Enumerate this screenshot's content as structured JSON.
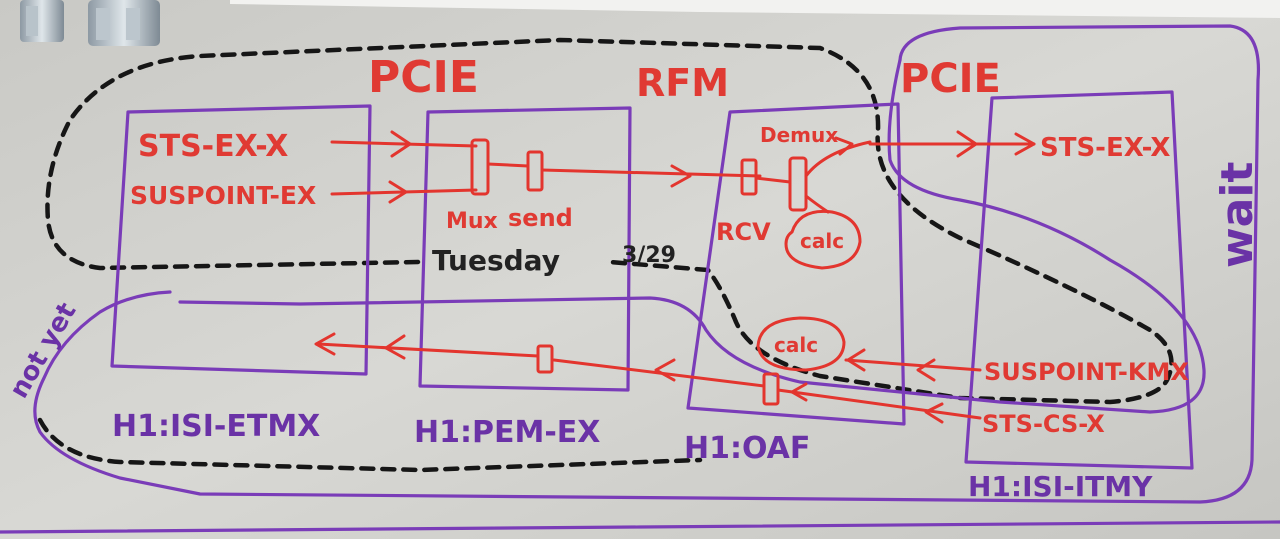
{
  "labels": {
    "pcie_left": "PCIE",
    "rfm": "RFM",
    "pcie_right": "PCIE",
    "sts_ex_left": "STS-EX-X",
    "suspoint_ex": "SUSPOINT-EX",
    "mux": "Mux",
    "send": "send",
    "demux": "Demux",
    "rcv": "RCV",
    "calc_upper": "calc",
    "calc_lower": "calc",
    "sts_ex_right": "STS-EX-X",
    "suspoint_kmx": "SUSPOINT-KMX",
    "sts_cs_x": "STS-CS-X",
    "tuesday": "Tuesday",
    "date": "3/29",
    "wait": "wait",
    "not_yet": "not yet",
    "box_etmx": "H1:ISI-ETMX",
    "box_pem": "H1:PEM-EX",
    "box_oaf": "H1:OAF",
    "box_itmy": "H1:ISI-ITMY"
  },
  "colors": {
    "board": "#cfcfcb",
    "marker_red": "#e3352e",
    "marker_purple": "#7a3cb8",
    "marker_black": "#161616"
  }
}
